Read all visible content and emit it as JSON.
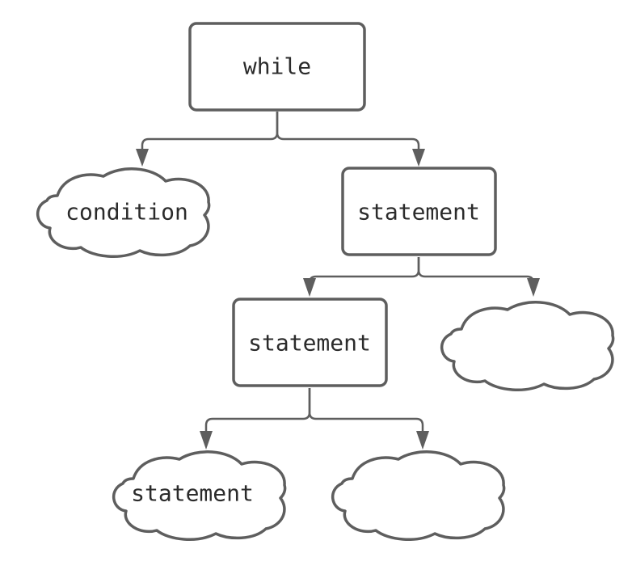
{
  "diagram": {
    "colors": {
      "stroke": "#5e5e5e",
      "text": "#2b2b2b",
      "fill": "#ffffff",
      "background": "#ffffff"
    },
    "nodes": {
      "while": {
        "shape": "box",
        "label": "while"
      },
      "condition": {
        "shape": "cloud",
        "label": "condition"
      },
      "statement_1": {
        "shape": "box",
        "label": "statement"
      },
      "statement_2": {
        "shape": "box",
        "label": "statement"
      },
      "empty_cloud_1": {
        "shape": "cloud",
        "label": ""
      },
      "statement_cloud": {
        "shape": "cloud",
        "label": "statement"
      },
      "empty_cloud_2": {
        "shape": "cloud",
        "label": ""
      }
    },
    "edges": [
      {
        "from": "while",
        "to": "condition"
      },
      {
        "from": "while",
        "to": "statement_1"
      },
      {
        "from": "statement_1",
        "to": "statement_2"
      },
      {
        "from": "statement_1",
        "to": "empty_cloud_1"
      },
      {
        "from": "statement_2",
        "to": "statement_cloud"
      },
      {
        "from": "statement_2",
        "to": "empty_cloud_2"
      }
    ]
  }
}
